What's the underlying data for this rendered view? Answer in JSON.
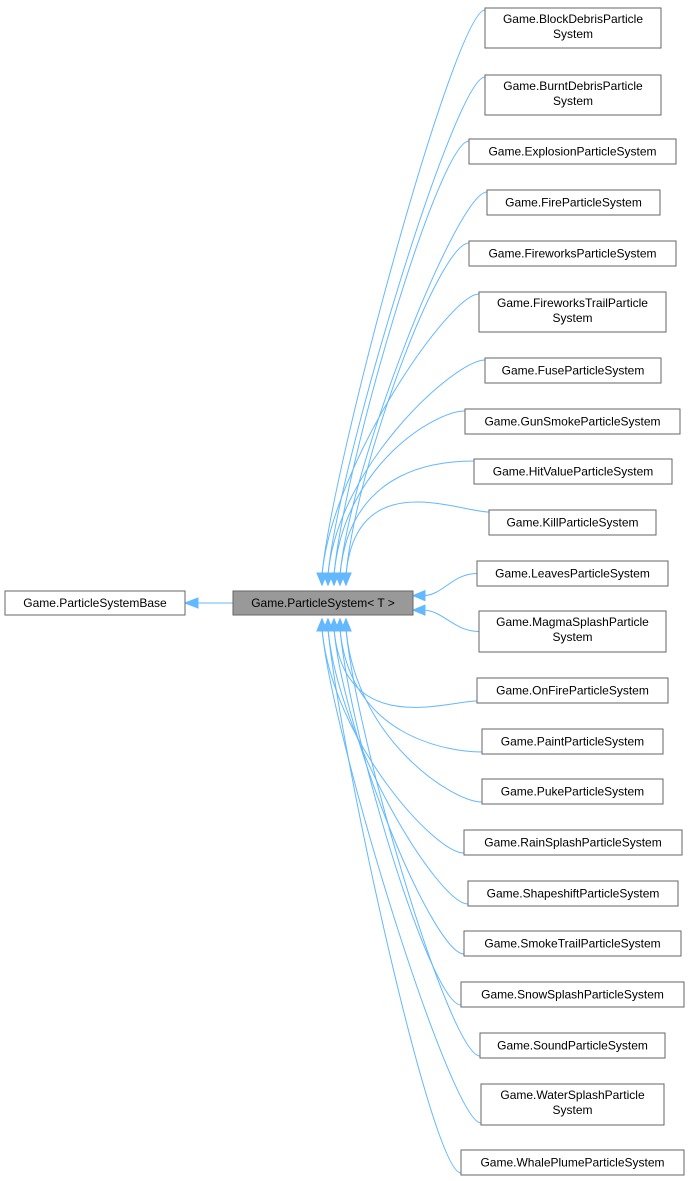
{
  "diagram": {
    "type": "inheritance-graph",
    "colors": {
      "edge": "#63b8ff",
      "node_border": "#666666",
      "current_node_fill": "#999999",
      "node_fill": "#ffffff",
      "text": "#000000"
    },
    "base": {
      "label": "Game.ParticleSystemBase"
    },
    "current": {
      "label": "Game.ParticleSystem< T >"
    },
    "derived": [
      {
        "lines": [
          "Game.BlockDebrisParticle",
          "System"
        ]
      },
      {
        "lines": [
          "Game.BurntDebrisParticle",
          "System"
        ]
      },
      {
        "lines": [
          "Game.ExplosionParticleSystem"
        ]
      },
      {
        "lines": [
          "Game.FireParticleSystem"
        ]
      },
      {
        "lines": [
          "Game.FireworksParticleSystem"
        ]
      },
      {
        "lines": [
          "Game.FireworksTrailParticle",
          "System"
        ]
      },
      {
        "lines": [
          "Game.FuseParticleSystem"
        ]
      },
      {
        "lines": [
          "Game.GunSmokeParticleSystem"
        ]
      },
      {
        "lines": [
          "Game.HitValueParticleSystem"
        ]
      },
      {
        "lines": [
          "Game.KillParticleSystem"
        ]
      },
      {
        "lines": [
          "Game.LeavesParticleSystem"
        ]
      },
      {
        "lines": [
          "Game.MagmaSplashParticle",
          "System"
        ]
      },
      {
        "lines": [
          "Game.OnFireParticleSystem"
        ]
      },
      {
        "lines": [
          "Game.PaintParticleSystem"
        ]
      },
      {
        "lines": [
          "Game.PukeParticleSystem"
        ]
      },
      {
        "lines": [
          "Game.RainSplashParticleSystem"
        ]
      },
      {
        "lines": [
          "Game.ShapeshiftParticleSystem"
        ]
      },
      {
        "lines": [
          "Game.SmokeTrailParticleSystem"
        ]
      },
      {
        "lines": [
          "Game.SnowSplashParticleSystem"
        ]
      },
      {
        "lines": [
          "Game.SoundParticleSystem"
        ]
      },
      {
        "lines": [
          "Game.WaterSplashParticle",
          "System"
        ]
      },
      {
        "lines": [
          "Game.WhalePlumeParticleSystem"
        ]
      }
    ]
  }
}
